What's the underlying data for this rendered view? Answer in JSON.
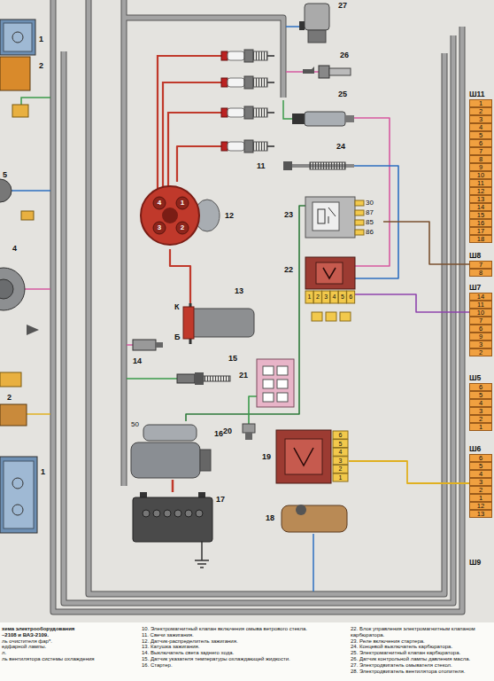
{
  "diagram": {
    "nodes": [
      {
        "text": [
          "25"
        ]
      },
      {
        "text": [
          "24"
        ]
      },
      {
        "text": [
          "11"
        ]
      },
      {
        "text": [
          "12",
          "4",
          "1",
          "2",
          "3"
        ]
      },
      {
        "text": [
          "23",
          "30",
          "87",
          "85",
          "86"
        ]
      },
      {
        "text": [
          "22",
          "1",
          "2",
          "3",
          "4",
          "5",
          "6"
        ]
      },
      {
        "text": [
          "13",
          "К",
          "Б"
        ]
      },
      {
        "text": [
          "21"
        ]
      },
      {
        "text": [
          "20"
        ]
      },
      {
        "text": [
          "16",
          "50"
        ]
      },
      {
        "text": [
          "19",
          "6",
          "5",
          "4",
          "3",
          "2",
          "1"
        ]
      },
      {
        "text": [
          "17"
        ]
      },
      {
        "text": [
          "Ш11",
          "1",
          "2",
          "3",
          "4",
          "5",
          "6",
          "7",
          "8",
          "9",
          "10",
          "11",
          "12",
          "13",
          "14",
          "15",
          "16",
          "17",
          "18"
        ]
      },
      {
        "text": [
          "Ш8",
          "7",
          "8"
        ]
      },
      {
        "text": [
          "Ш7",
          "14",
          "11",
          "10",
          "7",
          "6",
          "9",
          "3",
          "2"
        ]
      },
      {
        "text": [
          "Ш5",
          "6",
          "5",
          "4",
          "3",
          "2",
          "1"
        ]
      },
      {
        "text": [
          "Ш6",
          "6",
          "5",
          "4",
          "3",
          "2",
          "1",
          "12",
          "13"
        ]
      },
      {
        "text": [
          "Ш9"
        ]
      }
    ],
    "edges": [
      {
        "from": 6,
        "to": 3,
        "arrow": "none"
      },
      {
        "from": 3,
        "to": 2,
        "arrow": "none"
      },
      {
        "from": 4,
        "to": 9,
        "arrow": "none"
      },
      {
        "from": 11,
        "to": 9,
        "arrow": "none"
      },
      {
        "from": 5,
        "to": 0,
        "arrow": "none"
      },
      {
        "from": 5,
        "to": 1,
        "arrow": "none"
      },
      {
        "from": 7,
        "to": 8,
        "arrow": "none"
      },
      {
        "from": 10,
        "to": 16,
        "arrow": "none"
      },
      {
        "from": 4,
        "to": 13,
        "arrow": "none"
      },
      {
        "from": 5,
        "to": 14,
        "arrow": "none"
      }
    ],
    "labels": [
      "27",
      "26",
      "1",
      "2",
      "5",
      "4",
      "14",
      "15",
      "18",
      "2",
      "1",
      "хема электрооборудования",
      "–2108 и ВАЗ-2109.",
      "ль очистителя фар*.",
      "едфарной лампы.",
      "л.",
      "ль вентилятора системы охлаждения",
      "10. Электромагнитный клапан включения омыва ветрового стекла.",
      "11. Свечи зажигания.",
      "12. Датчик-распределитель зажигания.",
      "13. Катушка зажигания.",
      "14. Выключатель света заднего хода.",
      "15. Датчик указателя температуры охлаждающей жидкости.",
      "16. Стартер.",
      "22. Блок управления электромагнитным клапаном карбюратора.",
      "23. Реле включения стартера.",
      "24. Концевой выключатель карбюратора.",
      "25. Электромагнитный клапан карбюратора.",
      "26. Датчик контрольной лампы давления масла.",
      "27. Электродвигатель омывателя стекол.",
      "28. Электродвигатель вентилятора отопителя."
    ]
  }
}
